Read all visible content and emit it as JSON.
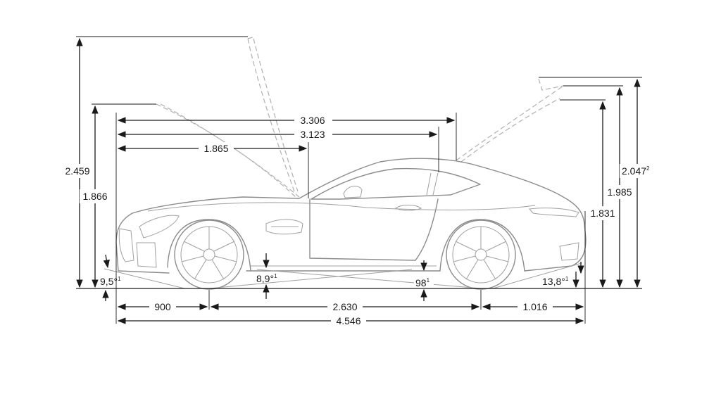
{
  "dimensions": {
    "total_height_open_hood": "2.459",
    "hood_open_height": "1.866",
    "length_to_hatch": "3.306",
    "length_to_door_rear": "3.123",
    "length_to_door_front": "1.865",
    "hatch_open_top": "2.047",
    "hatch_open_top_note": "2",
    "hatch_open_mid": "1.985",
    "hatch_open_low": "1.831",
    "approach_angle": "9,5°",
    "approach_angle_note": "1",
    "ramp_angle": "8,9°",
    "ramp_angle_note": "1",
    "ground_clearance": "98",
    "ground_clearance_note": "1",
    "departure_angle": "13,8°",
    "departure_angle_note": "1",
    "front_overhang": "900",
    "wheelbase": "2.630",
    "rear_overhang": "1.016",
    "total_length": "4.546"
  },
  "colors": {
    "dimension_lines": "#1a1a1a",
    "car_outline": "#8c8c8c",
    "ghost_outline": "#b0b0b0"
  }
}
